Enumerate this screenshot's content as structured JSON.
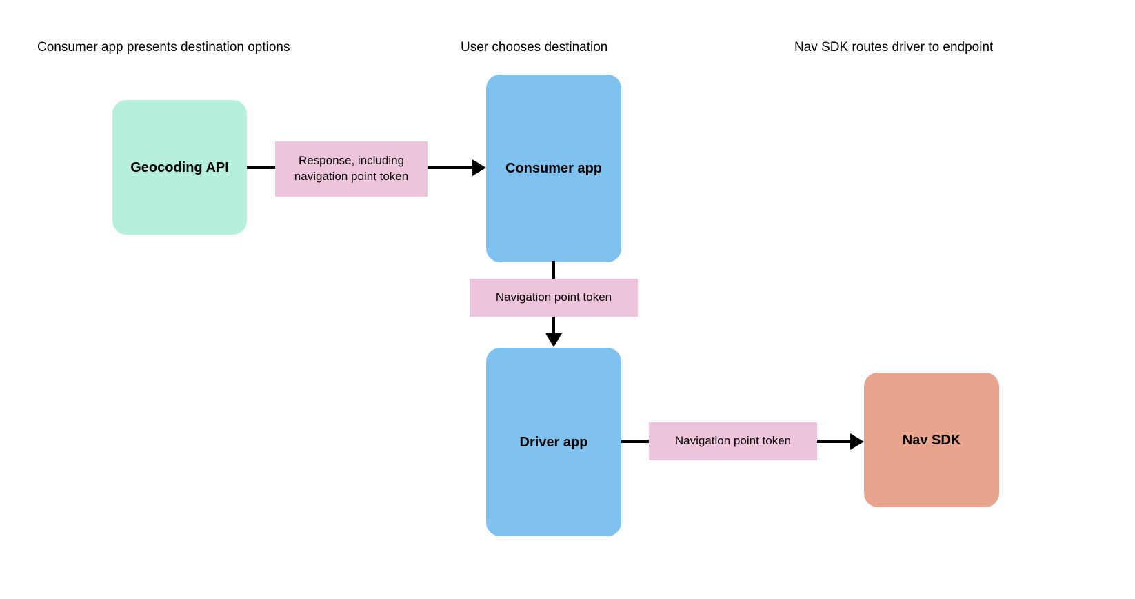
{
  "diagram": {
    "background_color": "#ffffff",
    "column_headers": [
      {
        "id": "stage-1",
        "label": "Consumer app presents destination options"
      },
      {
        "id": "stage-2",
        "label": "User chooses destination"
      },
      {
        "id": "stage-3",
        "label": "Nav SDK routes driver to endpoint"
      }
    ],
    "nodes": [
      {
        "id": "geocoding-api",
        "label": "Geocoding API",
        "color": "#b6f0dd"
      },
      {
        "id": "consumer-app",
        "label": "Consumer app",
        "color": "#80c2ef"
      },
      {
        "id": "driver-app",
        "label": "Driver app",
        "color": "#80c2ef"
      },
      {
        "id": "nav-sdk",
        "label": "Nav SDK",
        "color": "#e8a48c"
      }
    ],
    "edges": [
      {
        "id": "geocoding-to-consumer",
        "from": "geocoding-api",
        "to": "consumer-app",
        "direction": "right",
        "label": "Response, including navigation point token",
        "label_color": "#edc4d9"
      },
      {
        "id": "consumer-to-driver",
        "from": "consumer-app",
        "to": "driver-app",
        "direction": "down",
        "label": "Navigation point token",
        "label_color": "#edc4d9"
      },
      {
        "id": "driver-to-navsdk",
        "from": "driver-app",
        "to": "nav-sdk",
        "direction": "right",
        "label": "Navigation point token",
        "label_color": "#edc4d9"
      }
    ],
    "palette": {
      "mint": "#b6f0dd",
      "blue": "#80c2ef",
      "salmon": "#e8a48c",
      "pink": "#edc4d9",
      "stroke": "#000000",
      "text": "#000000"
    }
  }
}
